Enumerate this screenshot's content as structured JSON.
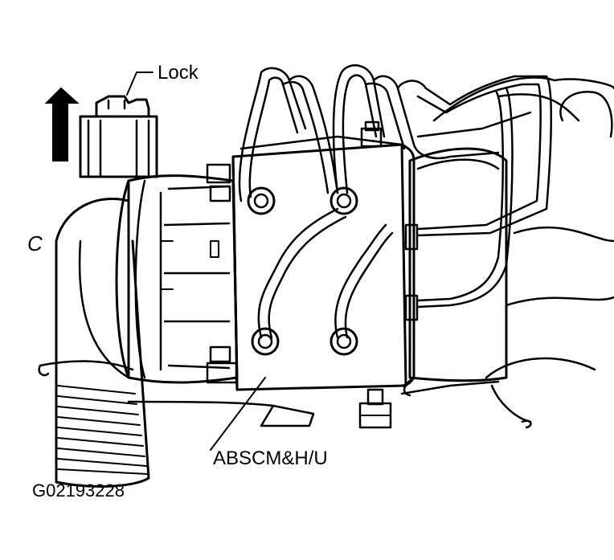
{
  "diagram": {
    "labels": {
      "lock": "Lock",
      "connector_letter": "C",
      "unit": "ABSCM&H/U",
      "figure_id": "G02193228"
    },
    "arrow_direction": "up",
    "colors": {
      "line": "#000000",
      "background": "#ffffff"
    }
  }
}
